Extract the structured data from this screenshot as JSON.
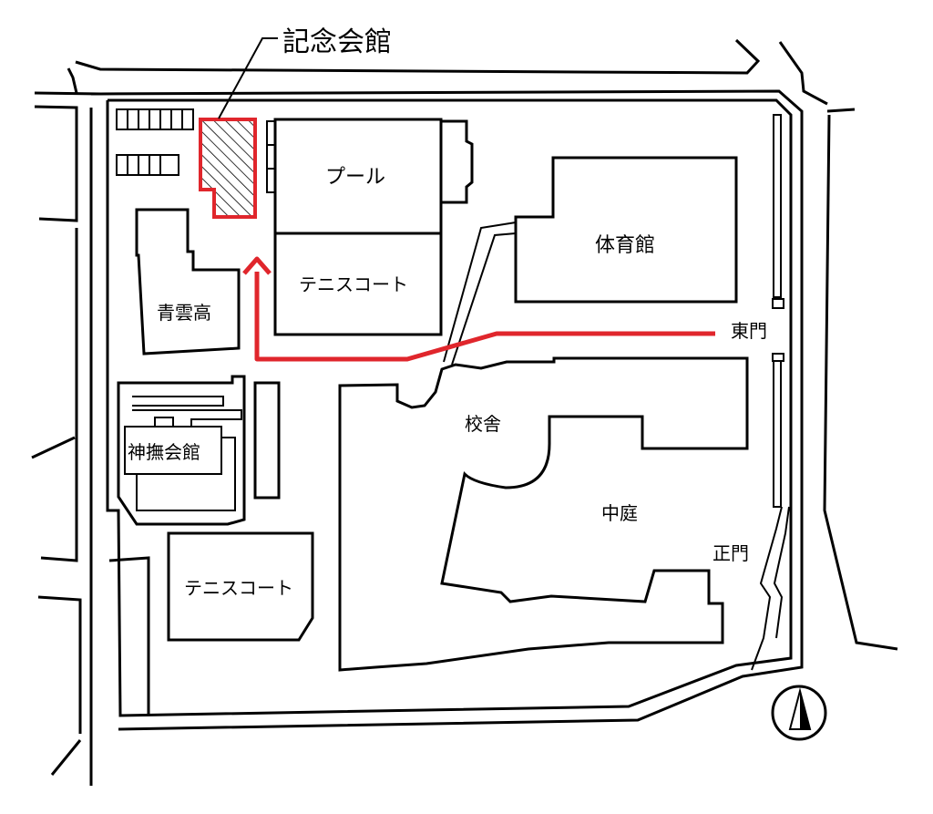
{
  "map": {
    "highlight_label": "記念会館",
    "labels": {
      "pool": "プール",
      "tennis_court_north": "テニスコート",
      "gymnasium": "体育館",
      "seiun_high": "青雲高",
      "east_gate": "東門",
      "school_building": "校舎",
      "shinbu_hall": "神撫会館",
      "courtyard": "中庭",
      "main_gate": "正門",
      "tennis_court_south": "テニスコート"
    },
    "colors": {
      "route": "#e0262c",
      "highlight": "#e0262c",
      "outline": "#000000"
    },
    "compass": "north-arrow-icon"
  }
}
